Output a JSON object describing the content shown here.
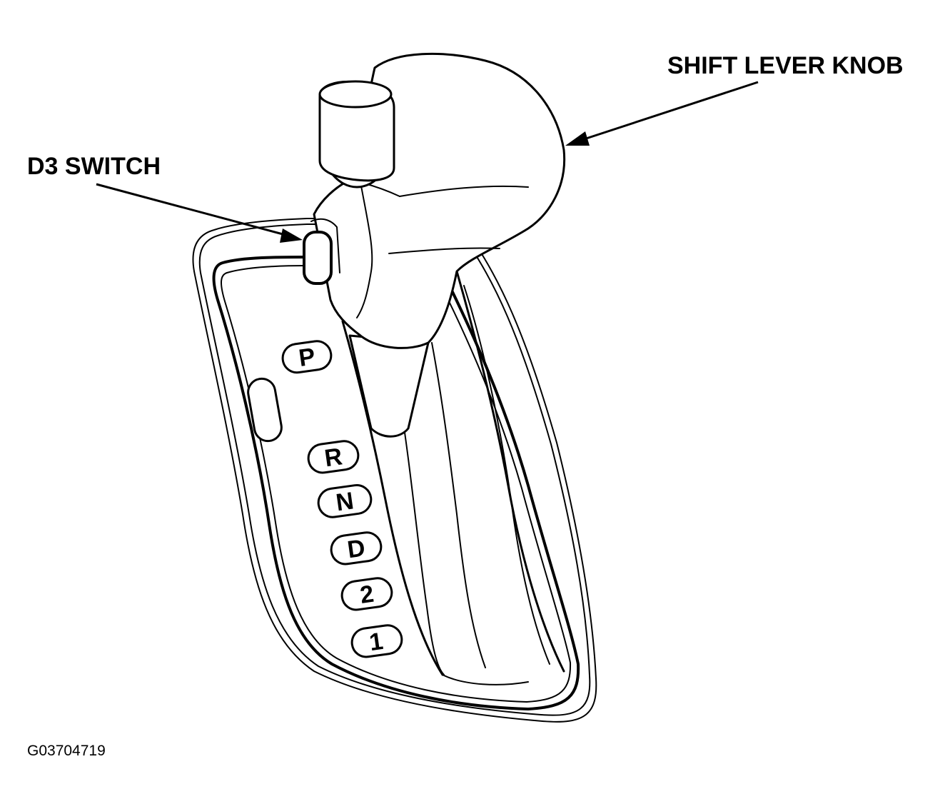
{
  "labels": {
    "shift_lever_knob": "SHIFT LEVER KNOB",
    "d3_switch": "D3 SWITCH"
  },
  "gear_positions": [
    "P",
    "R",
    "N",
    "D",
    "2",
    "1"
  ],
  "figure_code": "G03704719"
}
